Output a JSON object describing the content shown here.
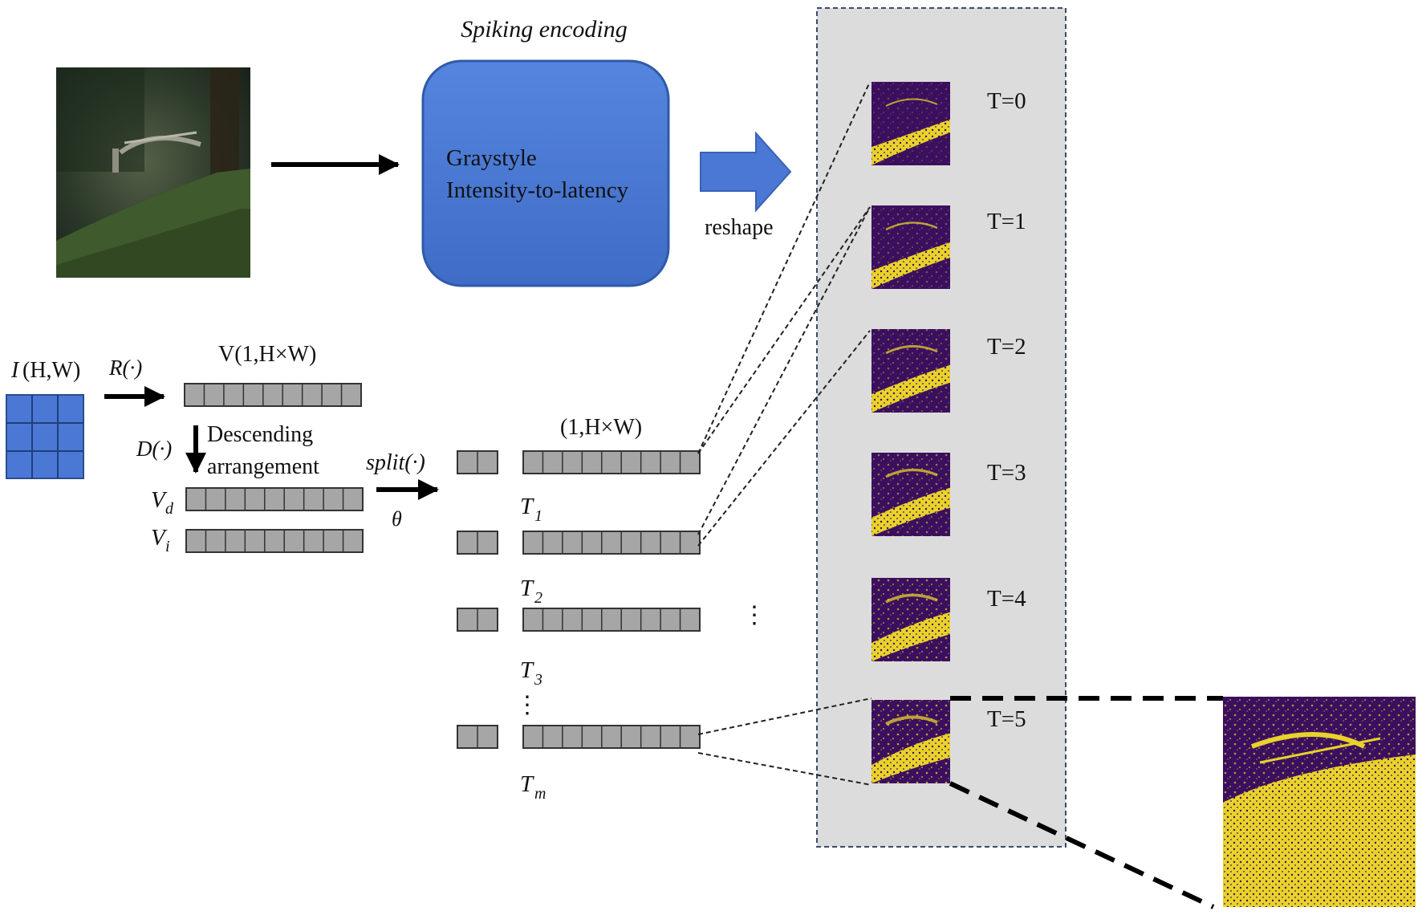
{
  "encoder": {
    "title": "Spiking encoding",
    "line1": "Graystyle",
    "line2": "Intensity-to-latency",
    "box_color": "#4a78d4"
  },
  "reshape_label": "reshape",
  "input_image": {
    "label_var": "I",
    "label_args": "(H,W)"
  },
  "ops": {
    "r": "R(·)",
    "d": "D(·)",
    "split": "split(·)",
    "theta": "θ",
    "descending": [
      "Descending",
      "arrangement"
    ]
  },
  "vectors": {
    "v_label": "V(1,H×W)",
    "vd_main": "V",
    "vd_sub": "d",
    "vi_main": "V",
    "vi_sub": "i",
    "chunk_label": "(1,H×W)"
  },
  "time_chunks": [
    {
      "main": "T",
      "sub": "1"
    },
    {
      "main": "T",
      "sub": "2"
    },
    {
      "main": "T",
      "sub": "3"
    },
    {
      "main": "T",
      "sub": "m"
    }
  ],
  "ellipsis": "⋮",
  "timesteps": [
    "T=0",
    "T=1",
    "T=2",
    "T=3",
    "T=4",
    "T=5"
  ],
  "colors": {
    "grid_blue": "#4a78d4",
    "cell_gray": "#a6a6a6",
    "panel_gray": "#dcdcdc",
    "spike_bg": "#3b0f5f",
    "spike_fg": "#e9d22a"
  }
}
